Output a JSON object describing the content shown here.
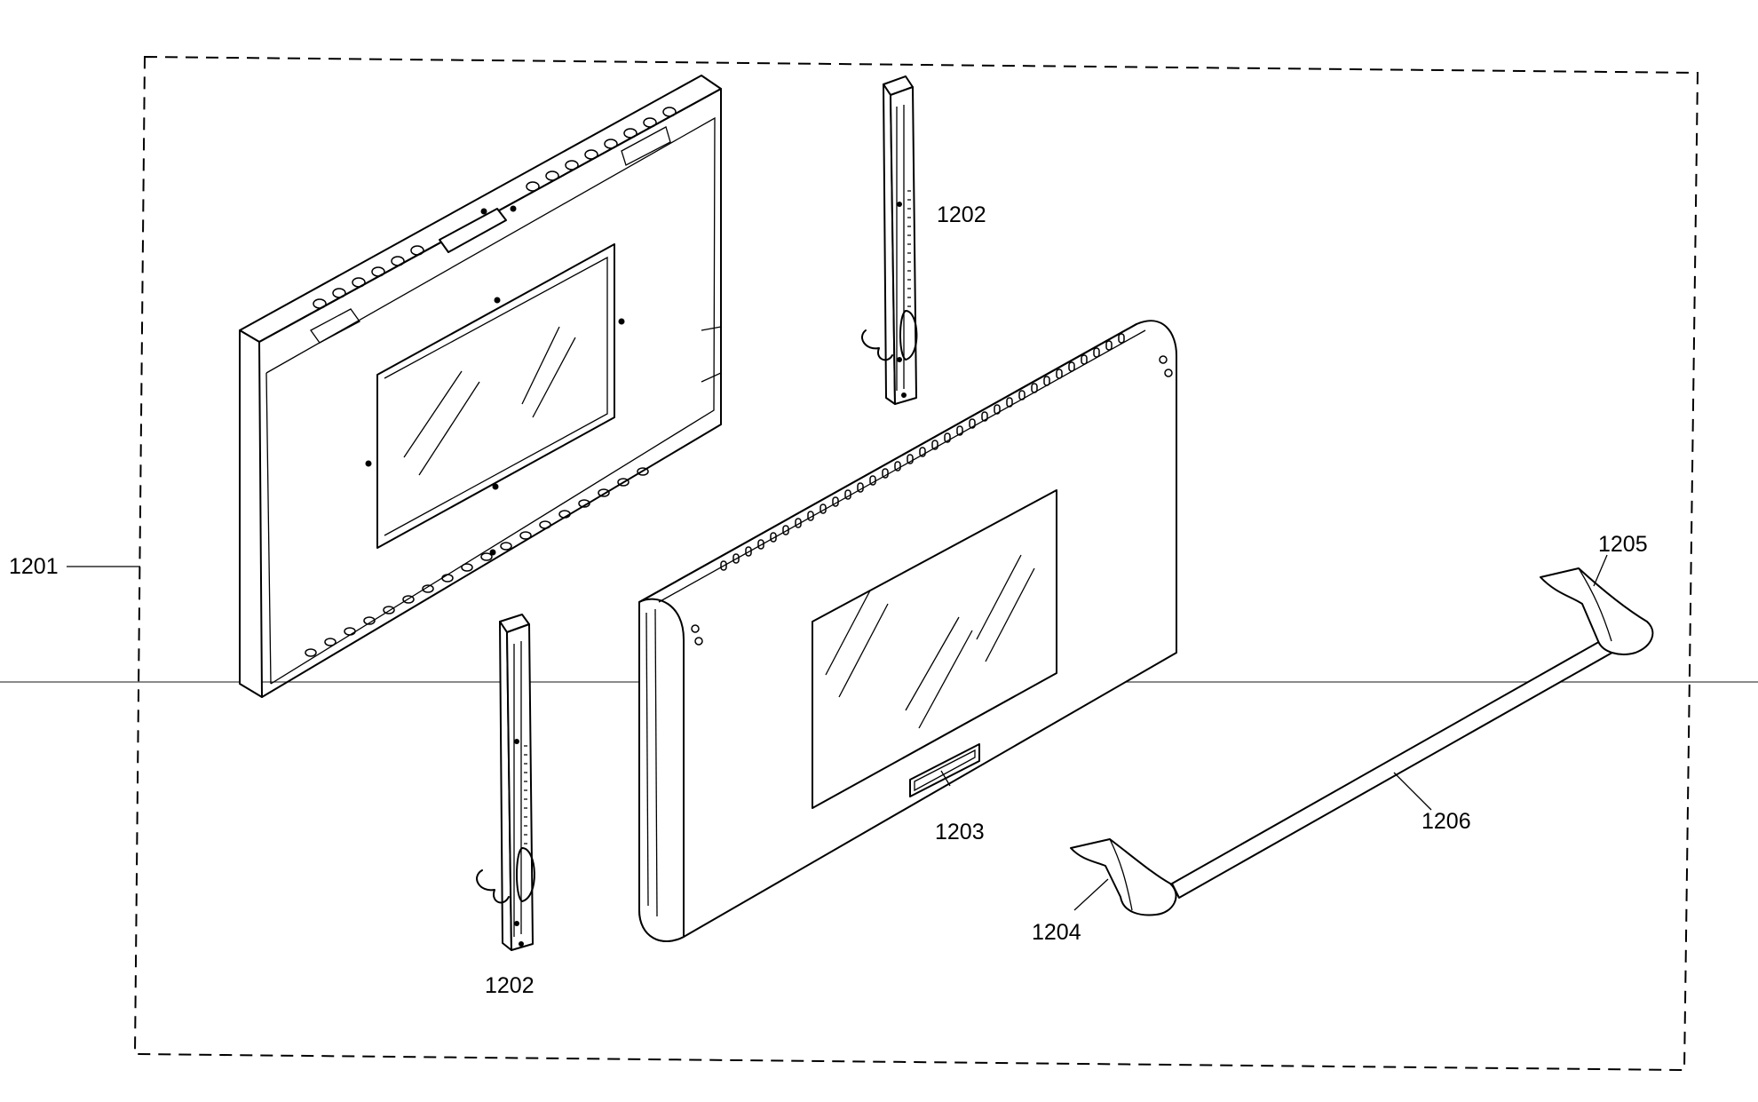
{
  "diagram": {
    "labels": {
      "assembly": "1201",
      "hinge_top": "1202",
      "hinge_bottom": "1202",
      "outer_door": "1203",
      "handle_left_end": "1204",
      "handle_right_end": "1205",
      "handle_bar": "1206"
    }
  }
}
